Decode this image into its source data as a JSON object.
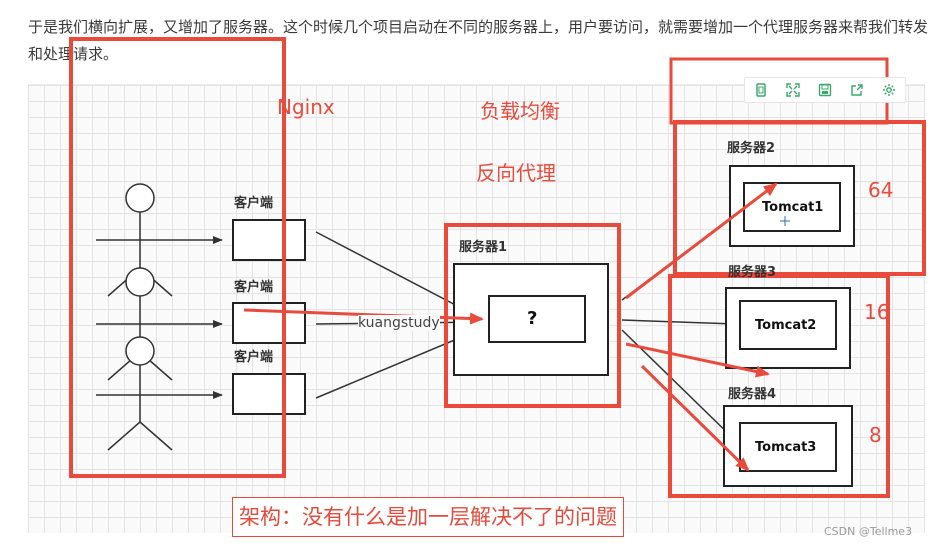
{
  "intro_text": "于是我们横向扩展，又增加了服务器。这个时候几个项目启动在不同的服务器上，用户要访问，就需要增加一个代理服务器来帮我们转发和处理请求。",
  "toolbar": {
    "buttons": [
      "copy-icon",
      "fullscreen-icon",
      "save-icon",
      "share-icon",
      "settings-icon"
    ]
  },
  "diagram": {
    "nginx_label": "Nginx",
    "load_balance_label": "负载均衡",
    "reverse_proxy_label": "反向代理",
    "clients": [
      "客户端",
      "客户端",
      "客户端"
    ],
    "arrow_label": "kuangstudy",
    "proxy_server": {
      "name": "服务器1",
      "content": "?"
    },
    "servers": [
      {
        "name": "服务器2",
        "tomcat": "Tomcat1",
        "weight": "64"
      },
      {
        "name": "服务器3",
        "tomcat": "Tomcat2",
        "weight": "16"
      },
      {
        "name": "服务器4",
        "tomcat": "Tomcat3",
        "weight": "8"
      }
    ],
    "banner": "架构：没有什么是加一层解决不了的问题"
  },
  "watermark": "CSDN @Tellme3",
  "colors": {
    "annotation_red": "#ea4a3c",
    "toolbar_green": "#3aa86a"
  }
}
